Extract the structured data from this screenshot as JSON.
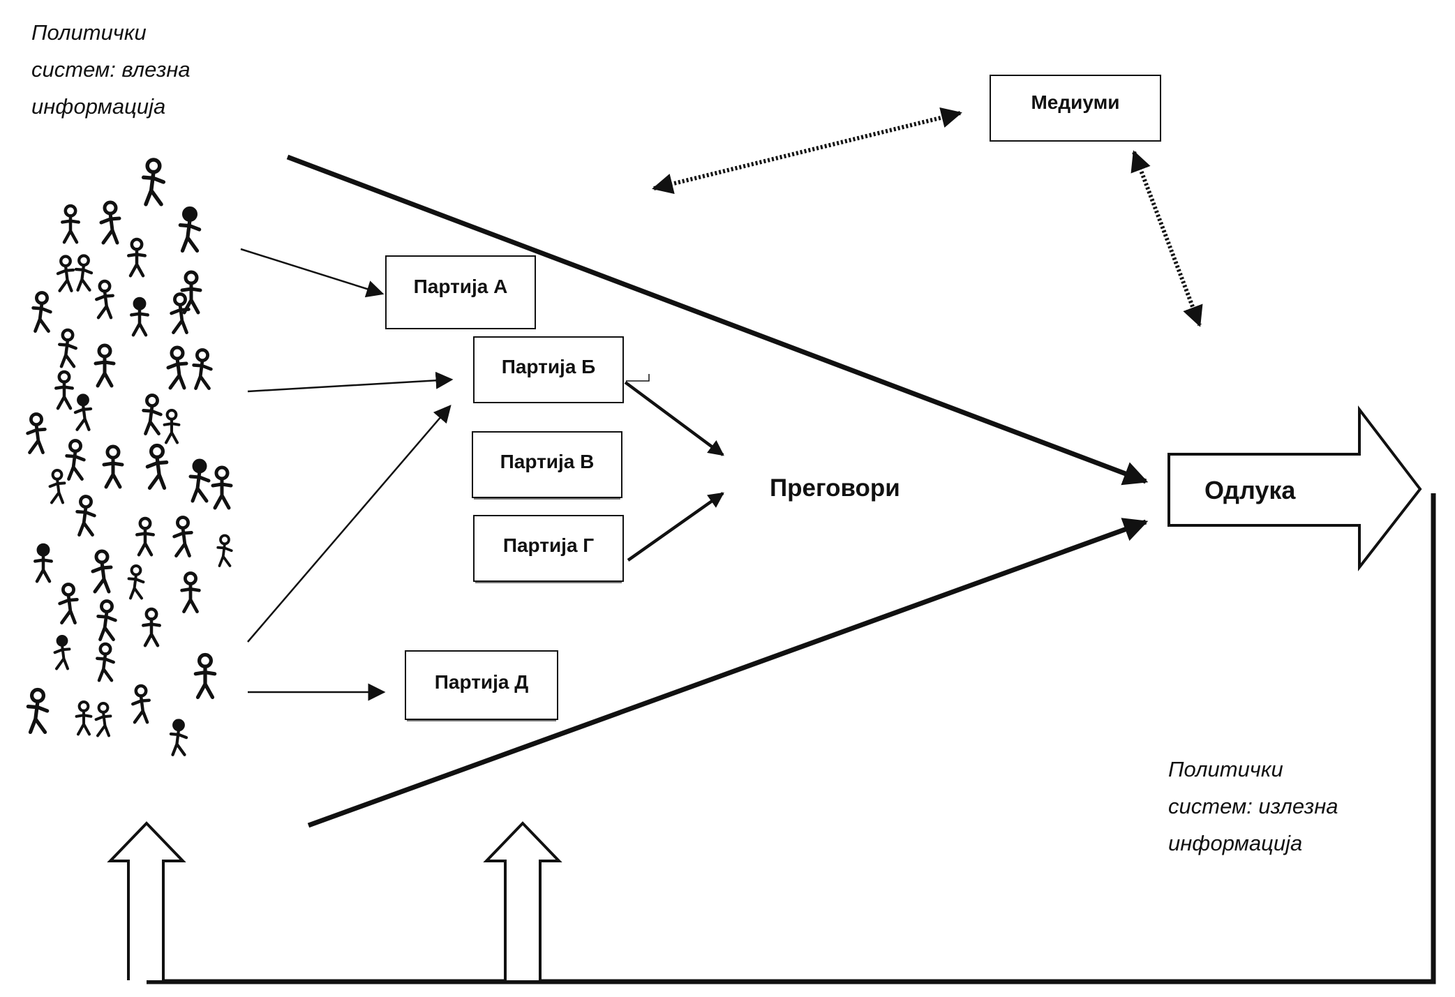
{
  "input_note": {
    "lines": [
      "Политички",
      "систем: влезна",
      "информација"
    ]
  },
  "output_note": {
    "lines": [
      "Политички",
      "систем: излезна",
      "информација"
    ]
  },
  "parties": {
    "a": "Партија А",
    "b": "Партија Б",
    "c": "Партија В",
    "d": "Партија Г",
    "e": "Партија Д"
  },
  "media": "Медиуми",
  "negotiations": "Преговори",
  "decision": "Одлука",
  "crowd_icon": "crowd-of-people-icon"
}
